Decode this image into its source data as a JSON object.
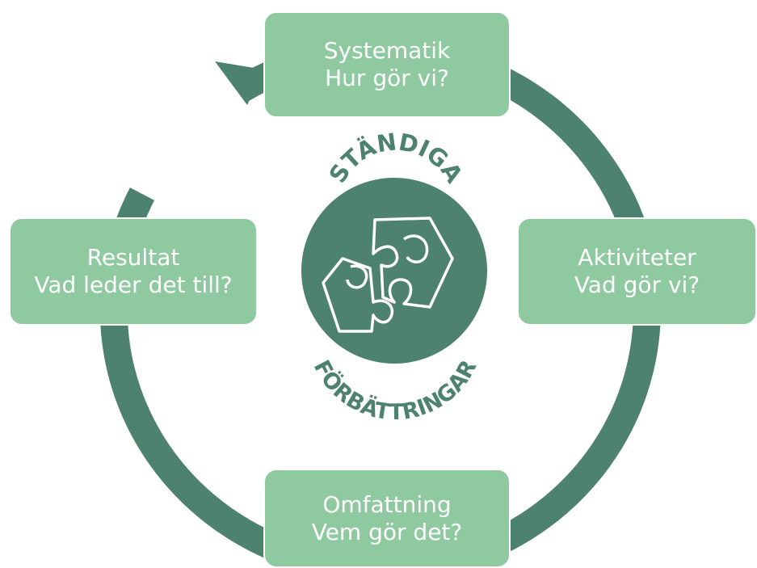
{
  "colors": {
    "ring": "#4d826e",
    "box_fill": "#8fc9a0",
    "box_text": "#ffffff",
    "center_circle": "#4d826e",
    "puzzle_stroke": "#ffffff"
  },
  "boxes": {
    "top": {
      "title": "Systematik",
      "question": "Hur gör vi?"
    },
    "right": {
      "title": "Aktiviteter",
      "question": "Vad gör vi?"
    },
    "bottom": {
      "title": "Omfattning",
      "question": "Vem gör det?"
    },
    "left": {
      "title": "Resultat",
      "question": "Vad leder det till?"
    }
  },
  "logo": {
    "top_text": "STÄNDIGA",
    "bottom_text": "FÖRBÄTTRINGAR",
    "icon": "puzzle-pieces-icon"
  }
}
